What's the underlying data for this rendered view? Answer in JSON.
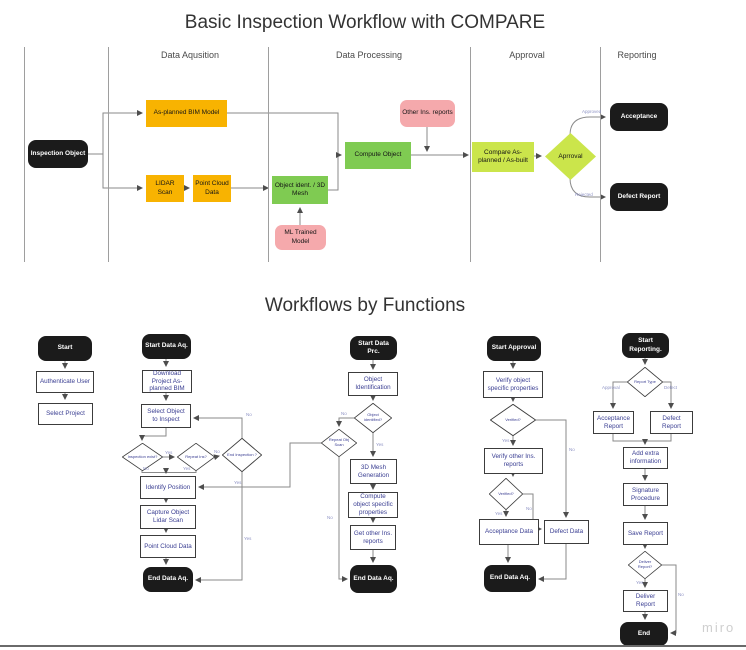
{
  "colors": {
    "orange": "#F8B301",
    "green": "#7FCB52",
    "lime": "#CBE54B",
    "pink": "#F5A9AC",
    "terminal_black": "#1B1B1B",
    "box_text_blue": "#3A3E92",
    "connector_gray": "#8A8A8A"
  },
  "top": {
    "title": "Basic Inspection Workflow with COMPARE",
    "lanes": [
      "Data Aqusition",
      "Data Processing",
      "Approval",
      "Reporting"
    ],
    "nodes": {
      "inspection": "Inspection Object",
      "bim": "As-planned BIM Model",
      "lidar": "LIDAR Scan",
      "point_cloud": "Point Cloud Data",
      "object_ident": "Object ident. / 3D Mesh",
      "ml_model": "ML Trained Model",
      "other_reports": "Other Ins. reports",
      "compute": "Compute Object",
      "compare": "Compare As-planned / As-built",
      "approval": "Aprroval",
      "acceptance": "Acceptance",
      "defect": "Defect Report"
    },
    "labels": {
      "approved": "Approved",
      "rejected": "Rejected"
    }
  },
  "bottom": {
    "title": "Workflows by Functions",
    "labels": {
      "yes": "Yes",
      "no": "No",
      "approval": "Approval",
      "defect": "Defect"
    },
    "login": {
      "start": "Start",
      "authenticate": "Authenticate User",
      "select_project": "Select Project"
    },
    "data_aq": {
      "start": "Start Data Aq.",
      "download": "Download Project As-planned BIM",
      "select_object": "Select Object to Inspect",
      "exist": "Inspection exist?",
      "repeat": "Repeat Ins?",
      "end_inspection": "End Inspection ?",
      "identify": "Identify Position",
      "capture": "Capture Object Lidar Scan",
      "point_cloud": "Point Cloud Data",
      "end": "End Data Aq."
    },
    "data_prc": {
      "start": "Start Data Prc.",
      "object_identification": "Object Identification",
      "identified": "Object identified?",
      "repeat_scan": "Repeat Obj Scan",
      "mesh": "3D Mesh Generation",
      "compute": "Compute object specific properties",
      "get_reports": "Get other Ins. reports",
      "end": "End Data Aq."
    },
    "approval": {
      "start": "Start Approval",
      "verify_object": "Verify object specific properties",
      "verified1": "Verified?",
      "verify_other": "Verify other Ins. reports",
      "verified2": "Verified?",
      "acceptance_data": "Acceptance Data",
      "defect_data": "Defect Data",
      "end": "End Data Aq."
    },
    "reporting": {
      "start": "Start Reporting.",
      "report_type": "Report Type",
      "acceptance_report": "Acceptance Report",
      "defect_report": "Defect Report",
      "add_extra": "Add extra information",
      "signature": "Signature Procedure",
      "save": "Save Report",
      "deliver_q": "Deliver Report?",
      "deliver": "Deliver Report",
      "end": "End"
    }
  },
  "watermark": "miro"
}
